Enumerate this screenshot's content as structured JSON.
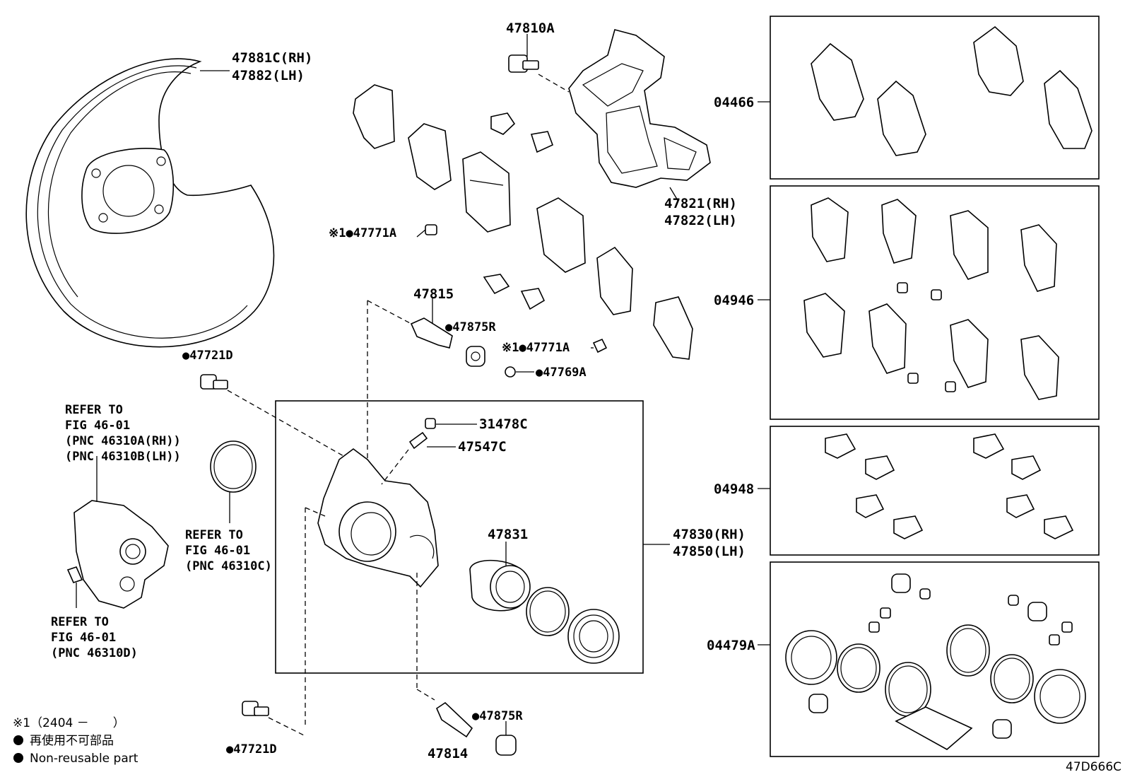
{
  "labels": {
    "p47810A": "47810A",
    "p47881C": "47881C(RH)",
    "p47882": "47882(LH)",
    "p47821": "47821(RH)",
    "p47822": "47822(LH)",
    "p47771A_top": "※1●47771A",
    "p47815": "47815",
    "p47875R_top": "●47875R",
    "p47771A_mid": "※1●47771A",
    "p47769A": "●47769A",
    "p47721D_top": "●47721D",
    "p31478C": "31478C",
    "p47547C": "47547C",
    "p47831": "47831",
    "p47830": "47830(RH)",
    "p47850": "47850(LH)",
    "p47875R_bot": "●47875R",
    "p47814": "47814",
    "p47721D_bot": "●47721D",
    "kit_04466": "04466",
    "kit_04946": "04946",
    "kit_04948": "04948",
    "kit_04479A": "04479A"
  },
  "references": {
    "ref_motor": [
      "REFER TO",
      "FIG 46-01",
      "(PNC 46310A(RH))",
      "(PNC 46310B(LH))"
    ],
    "ref_ring": [
      "REFER TO",
      "FIG 46-01",
      "(PNC 46310C)"
    ],
    "ref_bolt": [
      "REFER TO",
      "FIG 46-01",
      "(PNC 46310D)"
    ]
  },
  "legend": {
    "note1": "※1（2404 －　　）",
    "jp": "再使用不可部品",
    "en": "Non-reusable part"
  },
  "diagram_code": "47D666C"
}
